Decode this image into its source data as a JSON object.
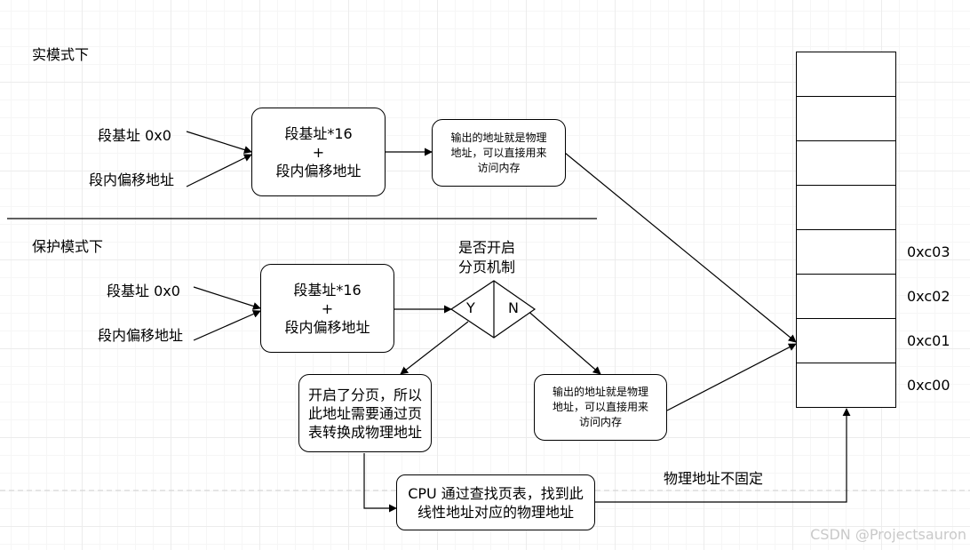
{
  "real_mode": {
    "heading": "实模式下",
    "input_base": "段基址 0x0",
    "input_offset": "段内偏移地址",
    "calc_box": [
      "段基址*16",
      "+",
      "段内偏移地址"
    ],
    "output_box": [
      "输出的地址就是物理",
      "地址，可以直接用来",
      "访问内存"
    ]
  },
  "protected_mode": {
    "heading": "保护模式下",
    "input_base": "段基址 0x0",
    "input_offset": "段内偏移地址",
    "calc_box": [
      "段基址*16",
      "+",
      "段内偏移地址"
    ],
    "decision_question": [
      "是否开启",
      "分页机制"
    ],
    "decision_yes": "Y",
    "decision_no": "N",
    "paging_box": [
      "开启了分页，所以",
      "此地址需要通过页",
      "表转换成物理地址"
    ],
    "direct_box": [
      "输出的地址就是物理",
      "地址，可以直接用来",
      "访问内存"
    ],
    "cpu_box": [
      "CPU 通过查找页表，找到此",
      "线性地址对应的物理地址"
    ],
    "note": "物理地址不固定"
  },
  "memory": {
    "cell_count": 8,
    "addresses": [
      "0xc03",
      "0xc02",
      "0xc01",
      "0xc00"
    ]
  },
  "watermark": "CSDN @Projectsauron"
}
